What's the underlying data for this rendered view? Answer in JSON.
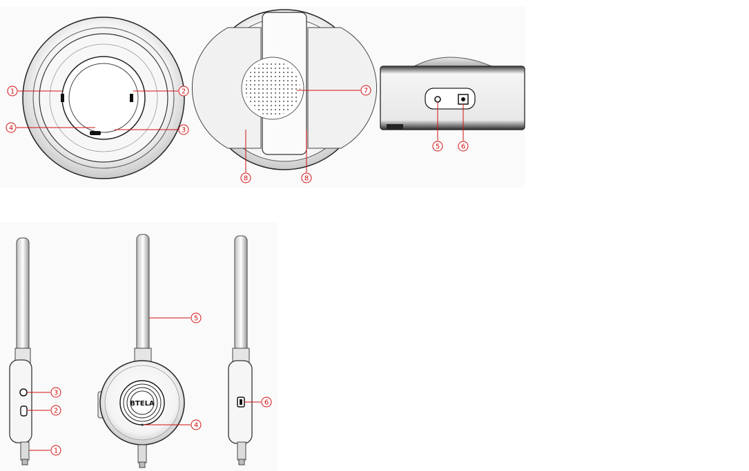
{
  "diagram": {
    "logo_text": "BTELA",
    "callouts": {
      "c1_left_notch": "1",
      "c2_right_notch": "2",
      "c3_bottom_mark": "3",
      "c4_lens_bottom": "4",
      "c7_speaker_grille": "7",
      "c8_left_foot": "8",
      "c8_right_foot": "8",
      "c5_side_jack": "5",
      "c6_side_port": "6",
      "h3_side_button": "3",
      "h2_side_switch": "2",
      "h1_plug": "1",
      "h5_antenna": "5",
      "h4_led": "4",
      "h6_usb_port": "6"
    }
  }
}
